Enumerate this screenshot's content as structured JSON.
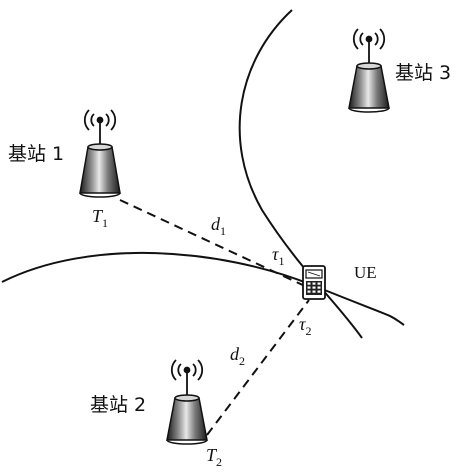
{
  "stations": [
    {
      "label": "基站 1",
      "time_symbol": "T",
      "time_sub": "1"
    },
    {
      "label": "基站 2",
      "time_symbol": "T",
      "time_sub": "2"
    },
    {
      "label": "基站 3"
    }
  ],
  "ue": {
    "label": "UE"
  },
  "links": [
    {
      "distance_symbol": "d",
      "distance_sub": "1",
      "tau_symbol": "τ",
      "tau_sub": "1"
    },
    {
      "distance_symbol": "d",
      "distance_sub": "2",
      "tau_symbol": "τ",
      "tau_sub": "2"
    }
  ],
  "icons": [
    "base-station-icon",
    "mobile-phone-icon",
    "antenna-signal-icon"
  ]
}
